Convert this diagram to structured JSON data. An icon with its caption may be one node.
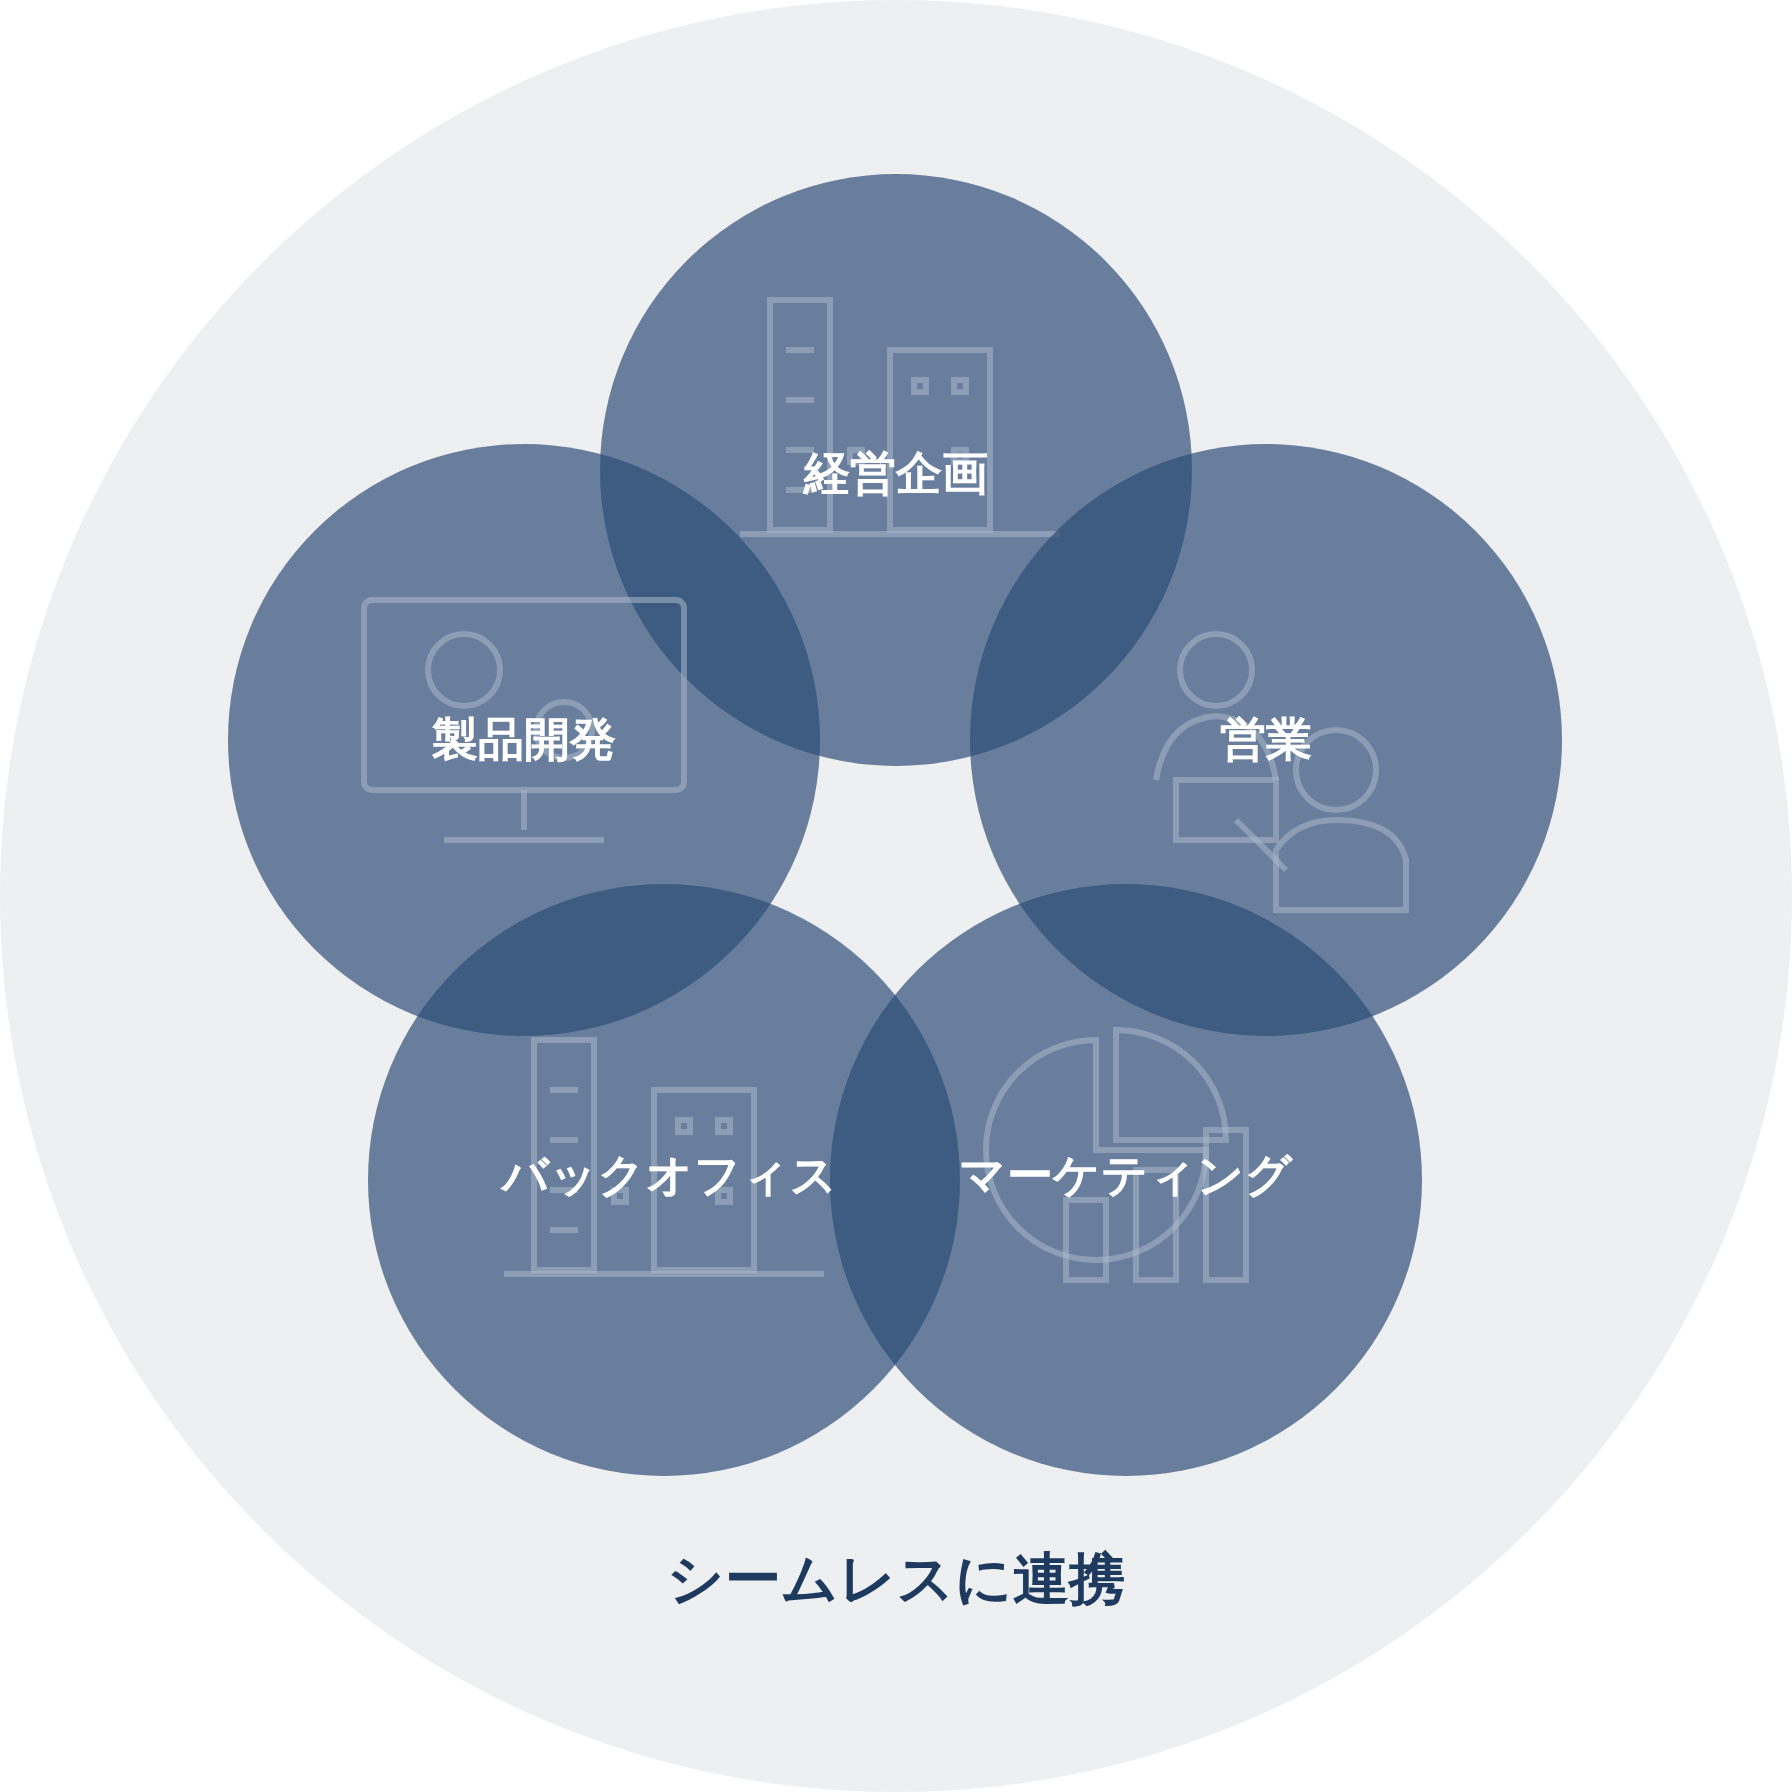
{
  "diagram": {
    "nodes": [
      {
        "text": [
          "シームレスに連携"
        ]
      },
      {
        "text": [
          "経営企画"
        ],
        "in": 0
      },
      {
        "text": [
          "製品開発"
        ],
        "in": 0
      },
      {
        "text": [
          "営業"
        ],
        "in": 0
      },
      {
        "text": [
          "バックオフィス"
        ],
        "in": 0
      },
      {
        "text": [
          "マーケティング"
        ],
        "in": 0
      }
    ]
  }
}
